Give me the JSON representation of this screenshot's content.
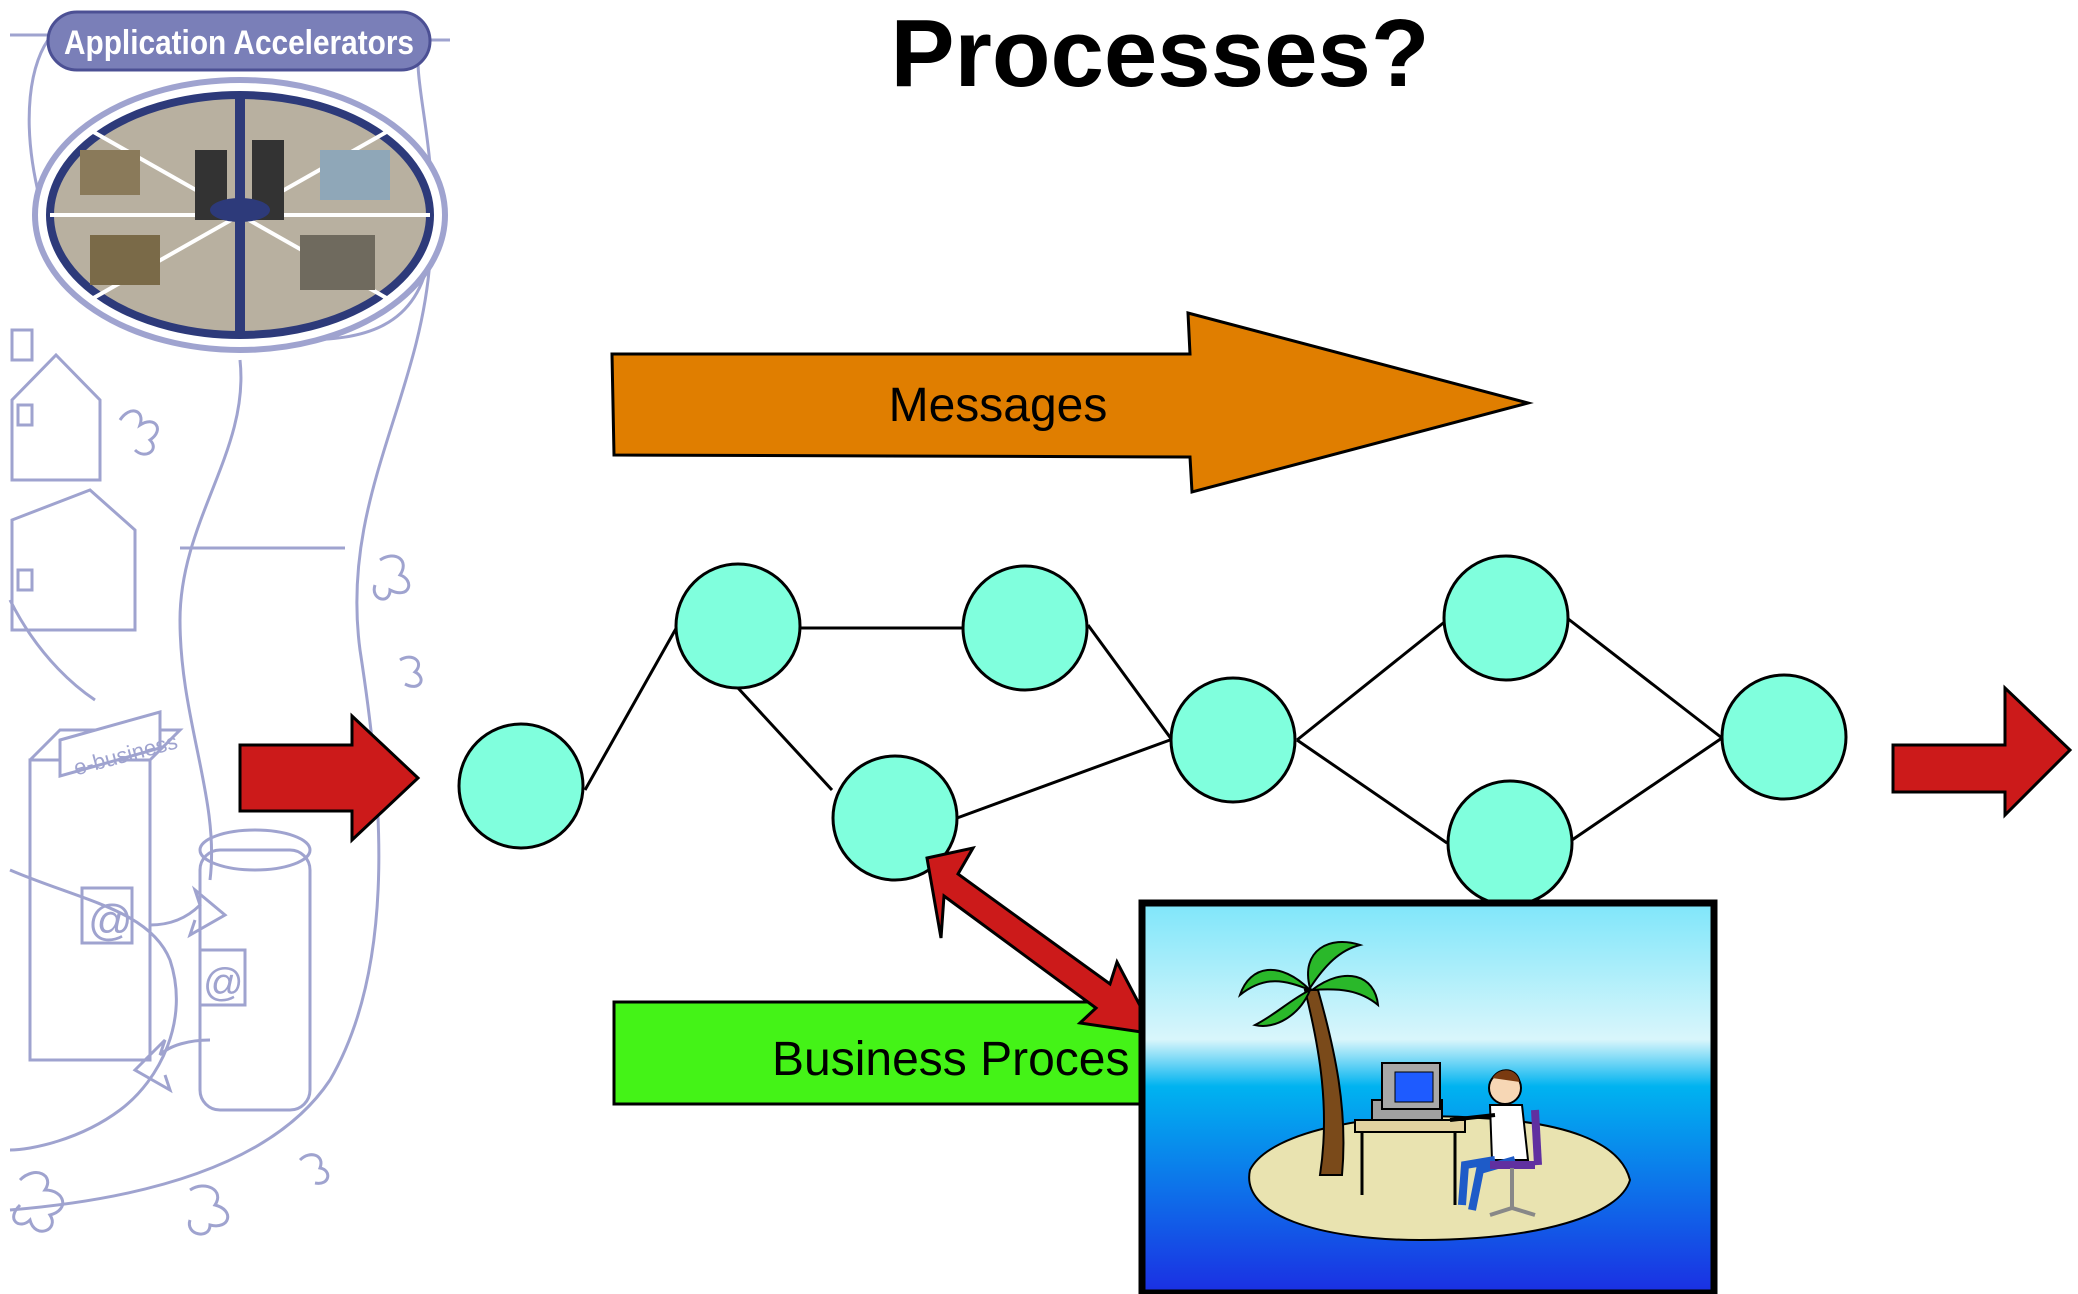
{
  "slide": {
    "title": "Processes?"
  },
  "sidebar": {
    "banner_label": "Application Accelerators",
    "sign_label": "e-business",
    "at_symbol": "@"
  },
  "arrows": {
    "messages_label": "Messages",
    "business_process_label": "Business Proces"
  },
  "colors": {
    "messages_arrow": "#E07E00",
    "business_process_bar": "#44F317",
    "node_fill": "#80FFDD",
    "red_arrow": "#CC1A1A",
    "sidebar_line": "#9FA3CF"
  },
  "process_graph": {
    "nodes": [
      "n1",
      "n2",
      "n3",
      "n4",
      "n5",
      "n6",
      "n7",
      "n8"
    ],
    "edges": [
      [
        "n1",
        "n2"
      ],
      [
        "n2",
        "n3"
      ],
      [
        "n2",
        "n4"
      ],
      [
        "n3",
        "n5"
      ],
      [
        "n4",
        "n5"
      ],
      [
        "n5",
        "n6"
      ],
      [
        "n5",
        "n7"
      ],
      [
        "n6",
        "n8"
      ],
      [
        "n7",
        "n8"
      ]
    ]
  },
  "island_picture": {
    "description_icon": "island-computer-user-icon"
  }
}
